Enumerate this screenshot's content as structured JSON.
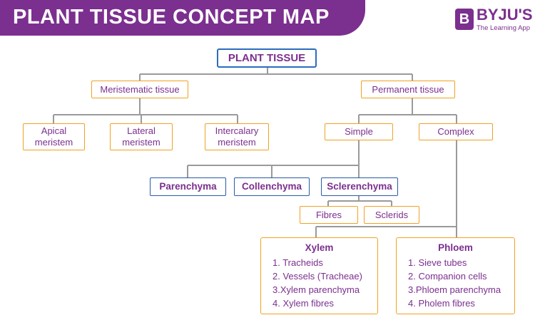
{
  "header": {
    "title": "PLANT TISSUE CONCEPT MAP",
    "logo_mark": "B",
    "logo_name": "BYJU'S",
    "logo_tagline": "The Learning App"
  },
  "map": {
    "root": "PLANT TISSUE",
    "meristematic": "Meristematic tissue",
    "permanent": "Permanent tissue",
    "apical": "Apical meristem",
    "lateral": "Lateral meristem",
    "intercalary": "Intercalary meristem",
    "simple": "Simple",
    "complex": "Complex",
    "parenchyma": "Parenchyma",
    "collenchyma": "Collenchyma",
    "sclerenchyma": "Sclerenchyma",
    "fibres": "Fibres",
    "sclerids": "Sclerids",
    "xylem": {
      "title": "Xylem",
      "items": [
        "1. Tracheids",
        "2. Vessels (Tracheae)",
        "3.Xylem parenchyma",
        "4. Xylem fibres"
      ]
    },
    "phloem": {
      "title": "Phloem",
      "items": [
        "1. Sieve tubes",
        "2. Companion cells",
        "3.Phloem parenchyma",
        "4. Pholem fibres"
      ]
    }
  },
  "colors": {
    "brand_purple": "#7b2f8f",
    "box_orange": "#f0a224",
    "box_blue": "#2a5aa8",
    "connector_gray": "#9a9a9a"
  }
}
